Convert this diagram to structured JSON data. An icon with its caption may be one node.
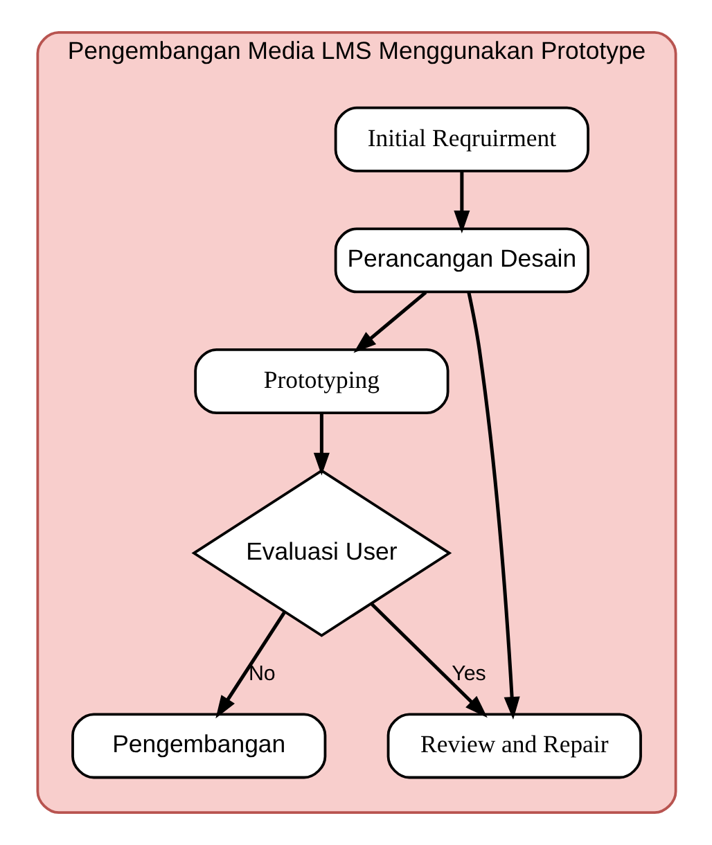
{
  "diagram": {
    "nodes": [
      {
        "text": [
          "Pengembangan Media LMS Menggunakan Prototype"
        ]
      },
      {
        "text": [
          "Initial Reqruirment"
        ],
        "in": 0
      },
      {
        "text": [
          "Perancangan Desain"
        ],
        "in": 0
      },
      {
        "text": [
          "Prototyping"
        ],
        "in": 0
      },
      {
        "text": [
          "Review and Repair"
        ],
        "in": 0
      },
      {
        "text": [
          "Evaluasi User"
        ],
        "in": 0
      },
      {
        "text": [
          "Pengembangan"
        ],
        "in": 0
      }
    ],
    "edges": [
      {
        "from": 1,
        "to": 2,
        "arrow": "to"
      },
      {
        "from": 2,
        "to": 3,
        "arrow": "to"
      },
      {
        "from": 2,
        "to": 4,
        "arrow": "to"
      },
      {
        "from": 3,
        "to": 5,
        "arrow": "to"
      },
      {
        "from": 5,
        "to": 4,
        "arrow": "to",
        "label": "Yes"
      },
      {
        "from": 5,
        "to": 6,
        "arrow": "to",
        "label": "No"
      }
    ]
  }
}
